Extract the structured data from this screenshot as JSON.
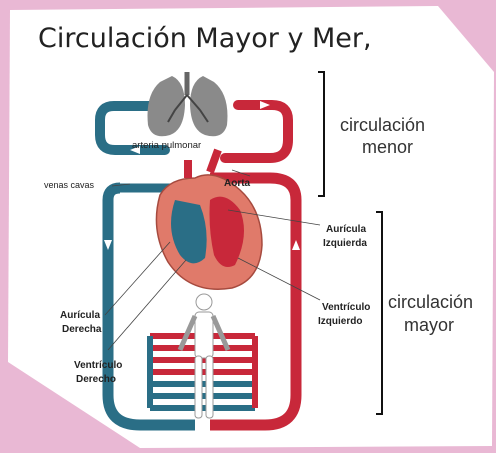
{
  "title": "Circulación Mayor y Mer,",
  "labels": {
    "arteria_pulmonar": "arteria pulmonar",
    "venas_cavas": "venas cavas",
    "aorta": "Aorta",
    "auricula_izquierda_1": "Aurícula",
    "auricula_izquierda_2": "Izquierda",
    "auricula_derecha_1": "Aurícula",
    "auricula_derecha_2": "Derecha",
    "ventriculo_izquierdo_1": "Ventrículo",
    "ventriculo_izquierdo_2": "Izquierdo",
    "ventriculo_derecho_1": "Ventrículo",
    "ventriculo_derecho_2": "Derecho"
  },
  "brackets": {
    "menor_1": "circulación",
    "menor_2": "menor",
    "mayor_1": "circulación",
    "mayor_2": "mayor"
  },
  "colors": {
    "oxygenated": "#c8283a",
    "deoxygenated": "#2a6e86",
    "heart": "#e07a6a",
    "lungs": "#7a7a7a",
    "background": "#e9b8d4",
    "card": "#ffffff"
  }
}
